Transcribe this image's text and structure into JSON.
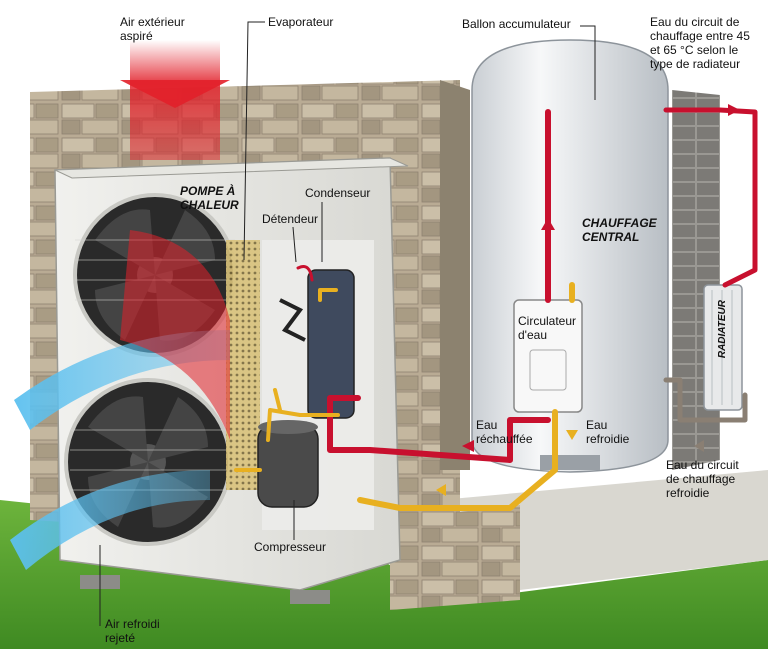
{
  "labels": {
    "air_exterieur": "Air extérieur\naspiré",
    "evaporateur": "Evaporateur",
    "ballon": "Ballon accumulateur",
    "eau_circuit_chauffage": "Eau du circuit de\nchauffage entre 45\net 65 °C selon le\ntype de radiateur",
    "pompe": "POMPE À\nCHALEUR",
    "condenseur": "Condenseur",
    "detendeur": "Détendeur",
    "chauffage_central": "CHAUFFAGE\nCENTRAL",
    "circulateur": "Circulateur\nd'eau",
    "radiateur": "RADIATEUR",
    "eau_rechauffee": "Eau\nréchauffée",
    "eau_refroidie": "Eau\nrefroidie",
    "eau_circuit_refroidie": "Eau du circuit\nde chauffage\nrefroidie",
    "compresseur": "Compresseur",
    "air_refroidi": "Air refroidi\nrejeté"
  },
  "colors": {
    "hot_pipe": "#c8102e",
    "warm_pipe": "#e8b020",
    "cold_air": "#5cc0ef",
    "hot_air": "#e2202a",
    "wall_stone": "#b9ab94",
    "grass": "#4f9a2c",
    "tank": "#eef0f2"
  }
}
